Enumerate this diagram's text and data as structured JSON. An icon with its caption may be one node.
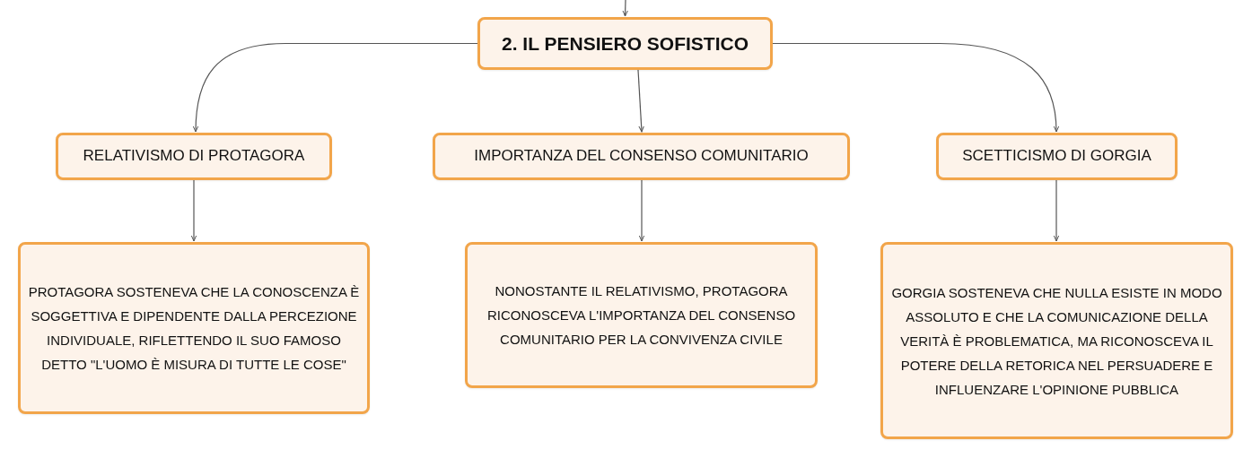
{
  "diagram": {
    "nodes": [
      {
        "text": [
          "2. IL PENSIERO SOFISTICO"
        ]
      },
      {
        "text": [
          "RELATIVISMO DI PROTAGORA"
        ]
      },
      {
        "text": [
          "IMPORTANZA DEL CONSENSO COMUNITARIO"
        ]
      },
      {
        "text": [
          "SCETTICISMO DI GORGIA"
        ]
      },
      {
        "text": [
          "PROTAGORA SOSTENEVA CHE LA CONOSCENZA È SOGGETTIVA E DIPENDENTE DALLA PERCEZIONE INDIVIDUALE, RIFLETTENDO IL SUO FAMOSO DETTO \"L'UOMO È MISURA DI TUTTE LE COSE\""
        ]
      },
      {
        "text": [
          "NONOSTANTE IL RELATIVISMO, PROTAGORA RICONOSCEVA L'IMPORTANZA DEL CONSENSO COMUNITARIO PER LA CONVIVENZA CIVILE"
        ]
      },
      {
        "text": [
          "GORGIA SOSTENEVA CHE NULLA ESISTE IN MODO ASSOLUTO E CHE LA COMUNICAZIONE DELLA VERITÀ È PROBLEMATICA, MA RICONOSCEVA IL POTERE DELLA RETORICA NEL PERSUADERE E INFLUENZARE L'OPINIONE PUBBLICA"
        ]
      }
    ],
    "edges": [
      {
        "from": null,
        "to": 0,
        "arrow": "to"
      },
      {
        "from": 0,
        "to": 1,
        "arrow": "to"
      },
      {
        "from": 0,
        "to": 2,
        "arrow": "to"
      },
      {
        "from": 0,
        "to": 3,
        "arrow": "to"
      },
      {
        "from": 1,
        "to": 4,
        "arrow": "to"
      },
      {
        "from": 2,
        "to": 5,
        "arrow": "to"
      },
      {
        "from": 3,
        "to": 6,
        "arrow": "to"
      }
    ]
  }
}
